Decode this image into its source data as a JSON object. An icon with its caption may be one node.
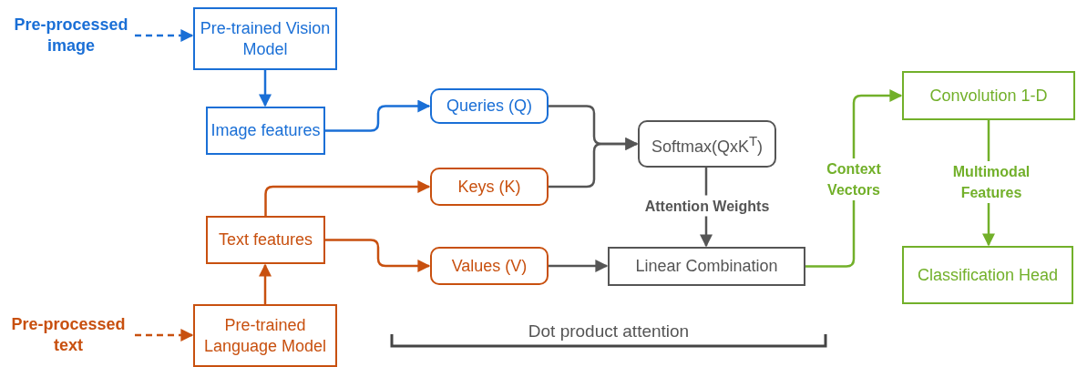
{
  "diagram": {
    "nodes": [
      {
        "text": [
          "Pre-processed image"
        ]
      },
      {
        "text": [
          "Pre-trained Vision Model"
        ]
      },
      {
        "text": [
          "Image features"
        ]
      },
      {
        "text": [
          "Queries (Q)"
        ]
      },
      {
        "text": [
          "Softmax(QxK$^{T}$)"
        ]
      },
      {
        "text": [
          "Keys (K)"
        ]
      },
      {
        "text": [
          "Text features"
        ]
      },
      {
        "text": [
          "Values (V)"
        ]
      },
      {
        "text": [
          "Linear Combination"
        ]
      },
      {
        "text": [
          "Convolution 1-D"
        ]
      },
      {
        "text": [
          "Classification Head"
        ]
      },
      {
        "text": [
          "Pre-processed text"
        ]
      },
      {
        "text": [
          "Pre-trained Language Model"
        ]
      }
    ],
    "edges": [
      {
        "from": 0,
        "to": 1,
        "arrow": "to",
        "style": "dashed",
        "color": "#1a6fd6"
      },
      {
        "from": 1,
        "to": 2,
        "arrow": "to",
        "color": "#1a6fd6"
      },
      {
        "from": 2,
        "to": 3,
        "arrow": "to",
        "color": "#1a6fd6"
      },
      {
        "from": 3,
        "to": 4,
        "arrow": "to"
      },
      {
        "from": 5,
        "to": 4,
        "arrow": "to"
      },
      {
        "from": 6,
        "to": 5,
        "arrow": "to",
        "color": "#c8500f"
      },
      {
        "from": 6,
        "to": 7,
        "arrow": "to",
        "color": "#c8500f"
      },
      {
        "from": 12,
        "to": 6,
        "arrow": "to",
        "color": "#c8500f"
      },
      {
        "from": 11,
        "to": 12,
        "arrow": "to",
        "style": "dashed",
        "color": "#c8500f"
      },
      {
        "from": 7,
        "to": 8,
        "arrow": "to"
      },
      {
        "from": 4,
        "to": 8,
        "arrow": "to",
        "label": "Attention Weights"
      },
      {
        "from": 8,
        "to": 9,
        "arrow": "to",
        "label": "Context Vectors",
        "color": "#72b02a"
      },
      {
        "from": 9,
        "to": 10,
        "arrow": "to",
        "label": "Multimodal Features",
        "color": "#72b02a"
      }
    ],
    "labels": [
      "Dot product attention"
    ]
  }
}
